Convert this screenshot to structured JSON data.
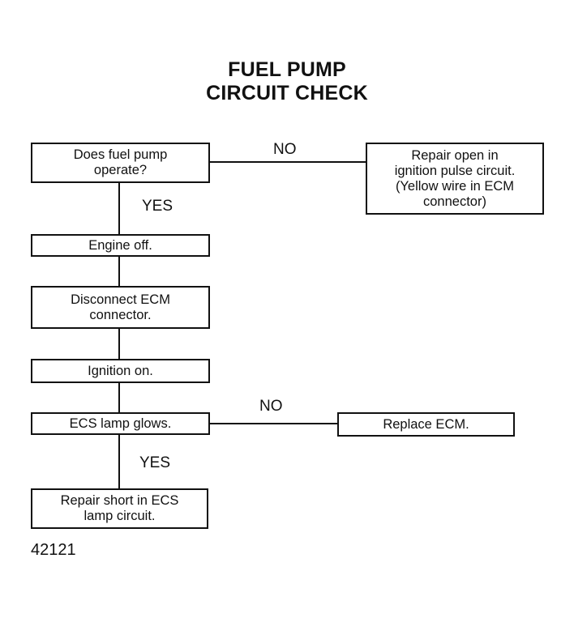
{
  "title": {
    "line1": "FUEL PUMP",
    "line2": "CIRCUIT CHECK"
  },
  "nodes": {
    "q_pump": "Does fuel pump\noperate?",
    "repair_open": "Repair open in\nignition pulse circuit.\n(Yellow wire in ECM\nconnector)",
    "engine_off": "Engine off.",
    "disconnect_ecm": "Disconnect ECM\nconnector.",
    "ignition_on": "Ignition on.",
    "q_ecs": "ECS lamp glows.",
    "replace_ecm": "Replace ECM.",
    "repair_short": "Repair short in ECS\nlamp circuit."
  },
  "edges": {
    "pump_no": "NO",
    "pump_yes": "YES",
    "ecs_no": "NO",
    "ecs_yes": "YES"
  },
  "figure_code": "42121"
}
